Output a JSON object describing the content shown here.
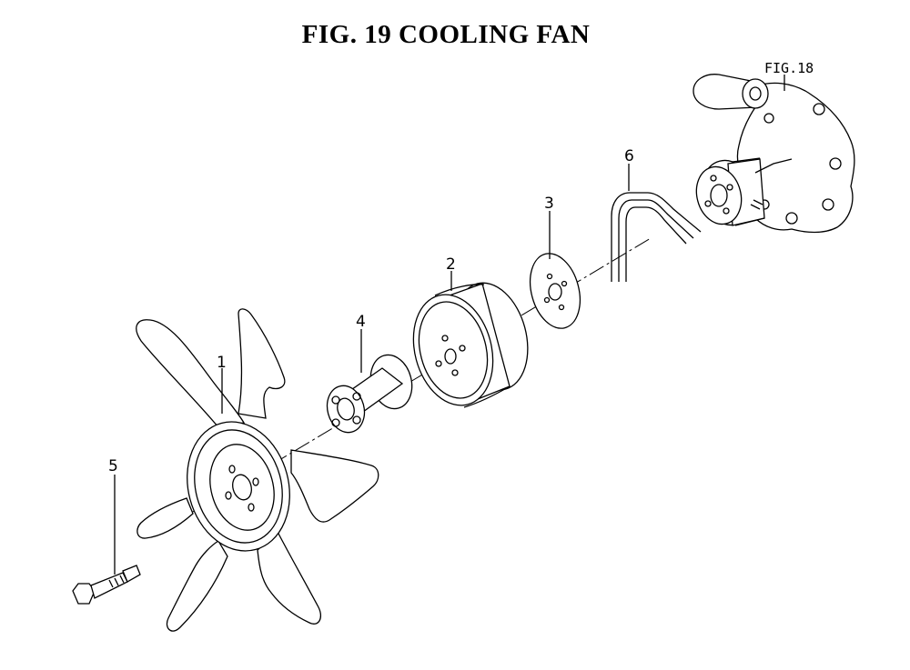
{
  "title": "FIG. 19  COOLING FAN",
  "reference": "FIG.18",
  "callouts": [
    {
      "id": "1",
      "label": "1"
    },
    {
      "id": "2",
      "label": "2"
    },
    {
      "id": "3",
      "label": "3"
    },
    {
      "id": "4",
      "label": "4"
    },
    {
      "id": "5",
      "label": "5"
    },
    {
      "id": "6",
      "label": "6"
    }
  ]
}
